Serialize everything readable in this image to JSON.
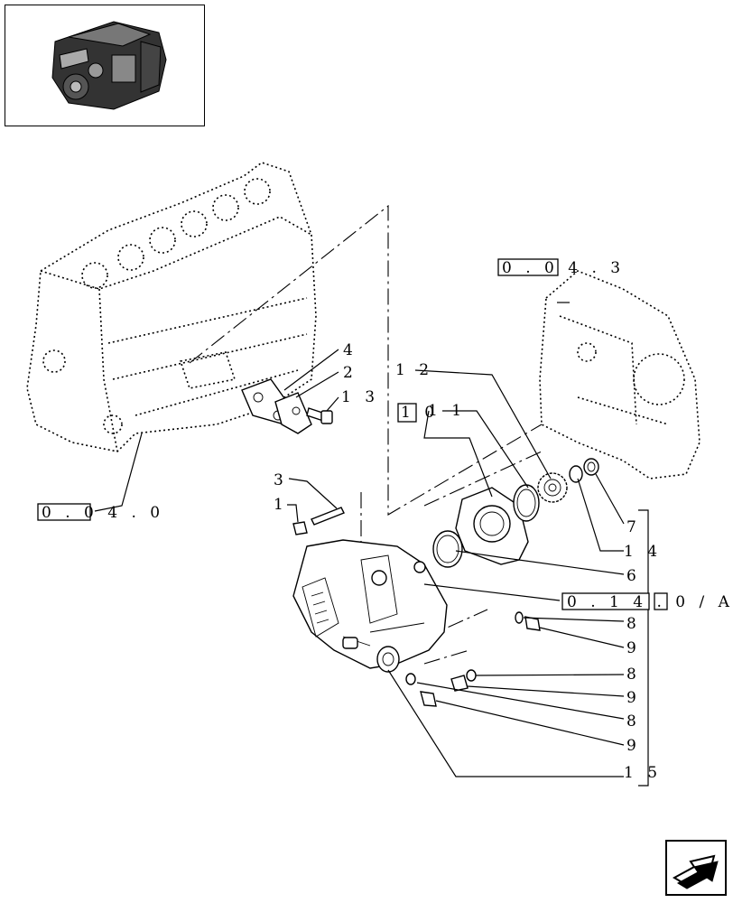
{
  "callouts": {
    "c1": "1",
    "c2": "2",
    "c3": "3",
    "c4": "4",
    "c6": "6",
    "c7": "7",
    "c8a": "8",
    "c8b": "8",
    "c8c": "8",
    "c9a": "9",
    "c9b": "9",
    "c9c": "9",
    "c11": "1 1",
    "c12": "1 2",
    "c13": "1 3",
    "c14": "1 4",
    "c15": "1 5"
  },
  "references": {
    "ref_block": "0 . 0 4 . 0",
    "ref_cover": "0 . 0 4 . 3",
    "ref_pump": "0 . 1 4 . 0 / A",
    "ref_box_small": "1 0"
  },
  "icons": {
    "thumbnail": "engine-thumbnail-icon",
    "nav": "next-page-arrow-icon"
  }
}
